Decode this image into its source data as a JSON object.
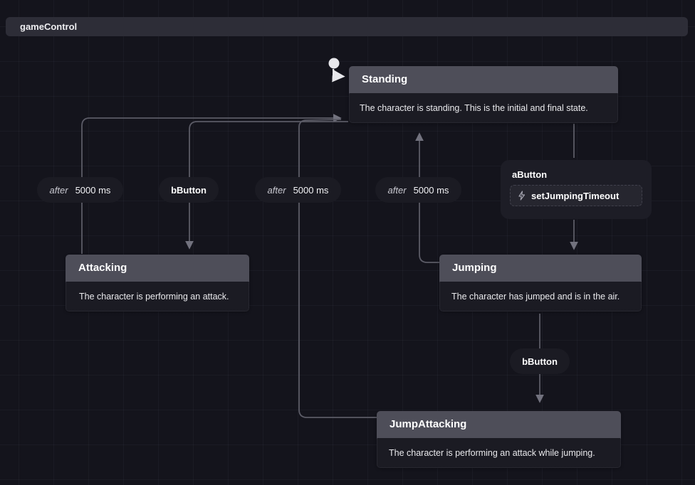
{
  "machine": {
    "title": "gameControl"
  },
  "initial_state": "Standing",
  "states": {
    "standing": {
      "name": "Standing",
      "description": "The character is standing. This is the initial and final state."
    },
    "attacking": {
      "name": "Attacking",
      "description": "The character is performing an attack."
    },
    "jumping": {
      "name": "Jumping",
      "description": "The character has jumped and is in the air."
    },
    "jumpattacking": {
      "name": "JumpAttacking",
      "description": "The character is performing an attack while jumping."
    }
  },
  "transitions": {
    "attacking_to_standing": {
      "type": "delay",
      "keyword": "after",
      "delay": "5000 ms"
    },
    "standing_to_attacking": {
      "type": "event",
      "event": "bButton"
    },
    "jumpattacking_to_standing": {
      "type": "delay",
      "keyword": "after",
      "delay": "5000 ms"
    },
    "jumping_to_standing": {
      "type": "delay",
      "keyword": "after",
      "delay": "5000 ms"
    },
    "standing_to_jumping": {
      "type": "event",
      "event": "aButton",
      "action": "setJumpingTimeout",
      "action_icon": "lightning-icon"
    },
    "jumping_to_jumpattacking": {
      "type": "event",
      "event": "bButton"
    }
  },
  "colors": {
    "canvas_bg": "#14141c",
    "title_bar_bg": "#2d2d37",
    "state_header_bg": "#4e4e59",
    "state_body_bg": "#1b1b23",
    "pill_bg": "#1b1b23",
    "edge": "#5b5b66",
    "arrowhead": "#72727e",
    "initial_marker": "#e8e8ec",
    "text_primary": "#ffffff",
    "text_secondary": "#e9e9ec"
  }
}
